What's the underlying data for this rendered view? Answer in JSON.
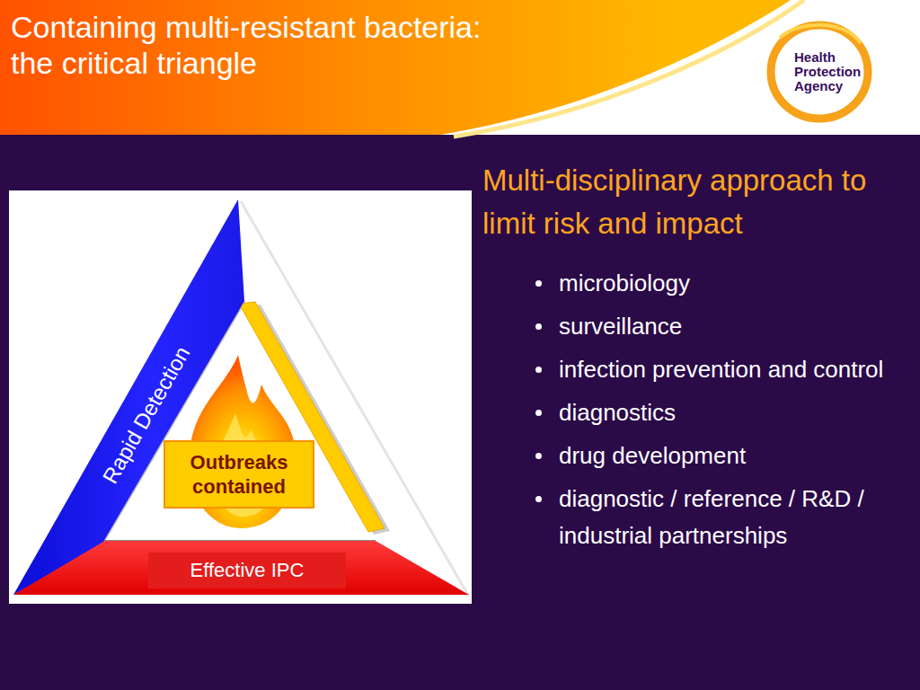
{
  "diagram": {
    "title": "Containing multi-resistant bacteria: the critical triangle",
    "nodes": [
      {
        "text": [
          "Rapid Detection"
        ]
      },
      {
        "text": [
          "Effective IPC"
        ]
      },
      {
        "text": [
          "Outbreaks contained"
        ]
      }
    ],
    "labels": [
      "Multi-disciplinary approach to limit risk and impact",
      "microbiology",
      "surveillance",
      "infection prevention and control",
      "diagnostics",
      "drug development",
      "diagnostic / reference / R&D / industrial partnerships",
      "Health Protection Agency"
    ]
  }
}
